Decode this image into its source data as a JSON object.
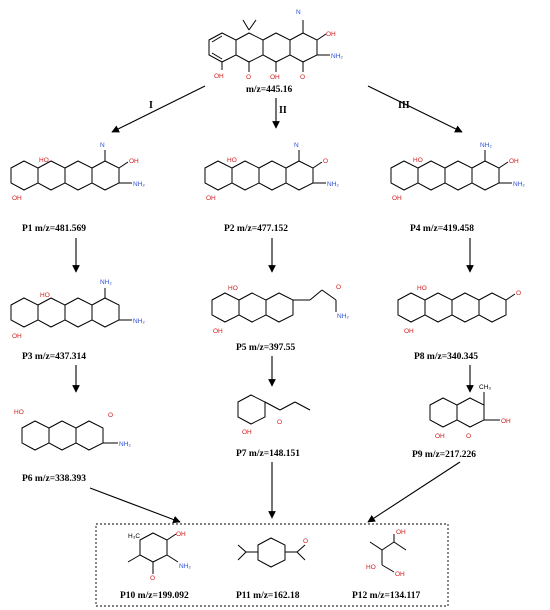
{
  "parent": {
    "label": "m/z=445.16"
  },
  "pathways": {
    "I": "I",
    "II": "II",
    "III": "III"
  },
  "products": {
    "P1": "P1 m/z=481.569",
    "P2": "P2 m/z=477.152",
    "P4": "P4 m/z=419.458",
    "P3": "P3 m/z=437.314",
    "P5": "P5 m/z=397.55",
    "P8": "P8 m/z=340.345",
    "P6": "P6 m/z=338.393",
    "P7": "P7 m/z=148.151",
    "P9": "P9 m/z=217.226",
    "P10": "P10 m/z=199.092",
    "P11": "P11 m/z=162.18",
    "P12": "P12 m/z=134.117"
  },
  "atoms": {
    "OH": "OH",
    "O": "O",
    "N": "N",
    "NH2": "NH₂",
    "H3C": "H₃C",
    "CH3": "CH₃",
    "HO": "HO"
  },
  "colors": {
    "oxygen": "#d11a1a",
    "nitrogen": "#2a4fd6",
    "bond": "#000000"
  }
}
